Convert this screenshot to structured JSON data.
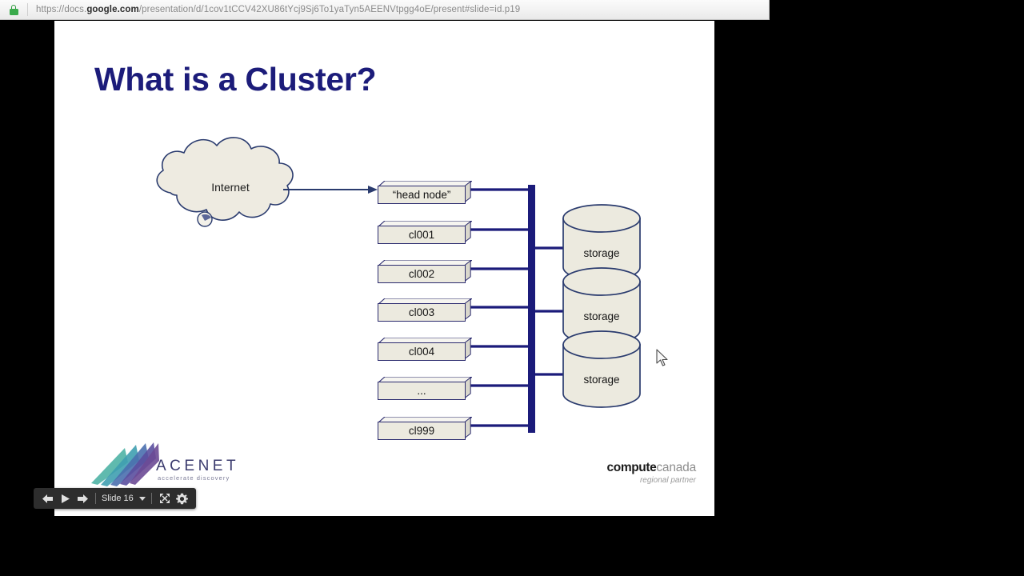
{
  "browser": {
    "lock_icon": "lock-icon",
    "url_prefix": "https://docs.",
    "url_domain": "google.com",
    "url_path": "/presentation/d/1cov1tCCV42XU86tYcj9Sj6To1yaTyn5AEENVtpgg4oE/present#slide=id.p19",
    "url_full": "https://docs.google.com/presentation/d/1cov1tCCV42XU86tYcj9Sj6To1yaTyn5AEENVtpgg4oE/present#slide=id.p19"
  },
  "slide": {
    "title": "What is a Cluster?",
    "title_color": "#1c1c7a",
    "background": "#ffffff"
  },
  "diagram": {
    "cloud_label": "Internet",
    "shape_fill": "#eceadf",
    "outline_color": "#2a2a6e",
    "bus_color": "#1b1b7a",
    "nodes": [
      {
        "label": "“head node”"
      },
      {
        "label": "cl001"
      },
      {
        "label": "cl002"
      },
      {
        "label": "cl003"
      },
      {
        "label": "cl004"
      },
      {
        "label": "..."
      },
      {
        "label": "cl999"
      }
    ],
    "storage": [
      {
        "label": "storage"
      },
      {
        "label": "storage"
      },
      {
        "label": "storage"
      }
    ]
  },
  "footer": {
    "acenet_name": "ACENET",
    "acenet_tagline": "accelerate discovery",
    "cc_bold": "compute",
    "cc_light": "canada",
    "cc_sub": "regional partner"
  },
  "controls": {
    "prev_label": "prev-slide",
    "play_label": "play",
    "next_label": "next-slide",
    "slide_indicator": "Slide 16",
    "fullscreen_label": "fullscreen",
    "settings_label": "settings"
  },
  "cursor": {
    "name": "mouse-cursor"
  }
}
